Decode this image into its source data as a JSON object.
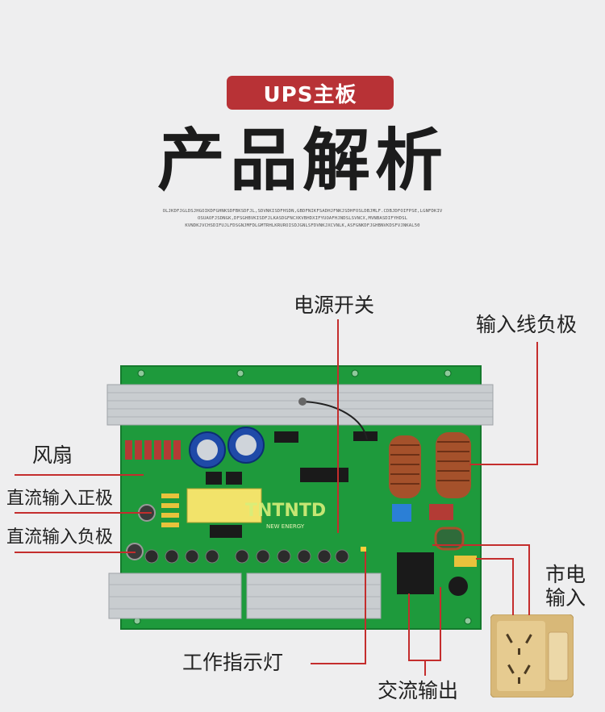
{
  "badge": "UPS主板",
  "headline": "产品解析",
  "fineprint": [
    "OLJKDFJGLDSJHGOIKDFGHNKSDFBKSDFJL,SDVNKISDFHSDN,GBDFNIKFSADHJFNKJSDHFOSLDBJMLF.CDBJDFOIFPSE,LGNFDKIV",
    "OSUAOFJSDNGK,DFSGHBVKISDFJLKASDGFNCXKVBHDXIFYUOAFHJNDSLSVNCX,MVNBASDIFYHDSL",
    "KVNDKJVCHSDIFUJLFDSGNJMFDLGMTRHLKRUROISDJGNLSFDVNKJXCVNLK,ASFGNKDFJGHBNVKDSFVJNKAL50"
  ],
  "labels": {
    "power_switch": "电源开关",
    "input_negative": "输入线负极",
    "fan": "风扇",
    "dc_positive": "直流输入正极",
    "dc_negative": "直流输入负极",
    "mains_input_line1": "市电",
    "mains_input_line2": "输入",
    "indicator_light": "工作指示灯",
    "ac_output": "交流输出"
  },
  "board_logo": "TNTNTD",
  "board_logo_sub": "NEW ENERGY",
  "colors": {
    "accent": "#b83236",
    "leader_line": "#c42d2d",
    "pcb": "#1e9a3c",
    "heatsink": "#c9cdd0",
    "socket": "#d8b878"
  }
}
